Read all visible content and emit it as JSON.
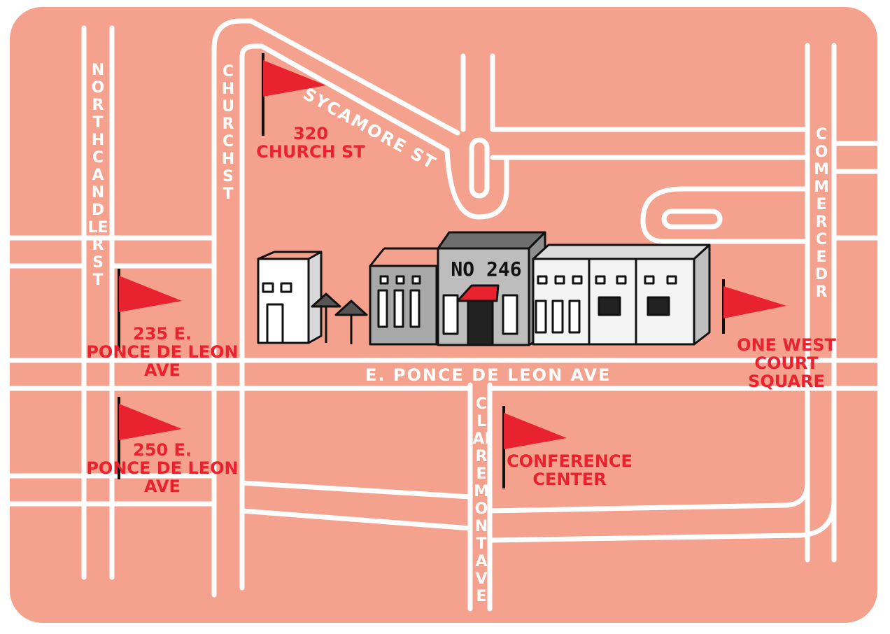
{
  "colors": {
    "background": "#f4a28d",
    "street": "#ffffff",
    "accent": "#e8232f",
    "ink": "#111111"
  },
  "streets": {
    "north_candler": "NORTH CANDLER ST",
    "church": "CHURCH ST",
    "sycamore": "SYCAMORE ST",
    "commerce": "COMMERCE DR",
    "ponce": "E. PONCE DE LEON AVE",
    "clairemont": "CLAIREMONT AVE"
  },
  "places": {
    "church_320": "320\nCHURCH ST",
    "ponce_235": "235 E.\nPONCE DE LEON\nAVE",
    "ponce_250": "250 E.\nPONCE DE LEON\nAVE",
    "conference": "CONFERENCE\nCENTER",
    "one_west": "ONE WEST\nCOURT SQUARE"
  },
  "building": {
    "number": "NO 246"
  },
  "icons": {
    "flag": "pennant-flag-icon",
    "building": "storefront-illustration"
  }
}
